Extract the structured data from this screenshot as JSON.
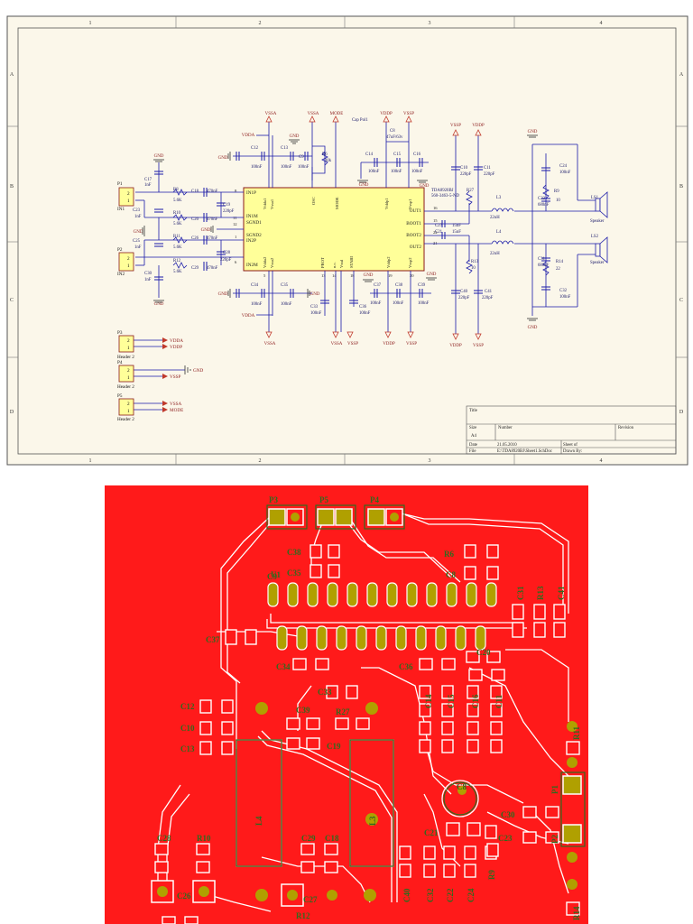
{
  "schematic": {
    "frame": {
      "cols": [
        "1",
        "2",
        "3",
        "4"
      ],
      "rows": [
        "A",
        "B",
        "C",
        "D"
      ]
    },
    "ic": {
      "left_pins": [
        "IN1P",
        "IN1M",
        "SGND1",
        "SGND2",
        "IN2P",
        "IN2M"
      ],
      "left_pin_nums": [
        "8",
        "11",
        "12",
        "1",
        "6"
      ],
      "top_pins": [
        "Vdda1",
        "Vssa1",
        "OSC",
        "MODE",
        "Vddp1",
        "Vssp1"
      ],
      "right_pins": [
        "OUT1",
        "BOOT1",
        "BOOT2",
        "OUT2"
      ],
      "right_pin_nums": [
        "16",
        "15",
        "22",
        "21"
      ],
      "bottom_pins": [
        "Vdda2",
        "Vssa2",
        "PROT",
        "n.c.",
        "Vssd",
        "STABI",
        "Vddp2",
        "Vssp2"
      ],
      "bottom_nums": [
        "5",
        "13",
        "14",
        "18",
        "19",
        "20"
      ]
    },
    "power": {
      "vssa": "VSSA",
      "vdda": "VDDA",
      "vssp": "VSSP",
      "vddp": "VDDP",
      "mode": "MODE",
      "gnd": "GND"
    },
    "caps": {
      "c12": "C12",
      "c12v": "100nF",
      "c13": "C13",
      "c13v": "100nF",
      "c9": "C9",
      "c9v": "100nF",
      "r6": "R6",
      "r6v": "30k",
      "capc1": "Cap Pol1",
      "c8": "C8",
      "c8v": "47uF/63v",
      "c14": "C14",
      "c14v": "100nF",
      "c15": "C15",
      "c15v": "100nF",
      "c16": "C16",
      "c16v": "100nF",
      "c10": "C10",
      "c10v": "220pF",
      "c11": "C11",
      "c11v": "220pF",
      "c17": "C17",
      "c17v": "1nF",
      "c23": "C23",
      "c23v": "1nF",
      "c25": "C25",
      "c25v": "1nF",
      "c30": "C30",
      "c30v": "1nF",
      "r8": "R8",
      "r8v": "5.6K",
      "r10": "R10",
      "r10v": "5.6K",
      "r11": "R11",
      "r11v": "5.6K",
      "r12": "R12",
      "r12v": "5.6K",
      "c18": "C18",
      "c18v": "470nF",
      "c20": "C20",
      "c20v": "470nF",
      "c26": "C26",
      "c26v": "470nF",
      "c29": "C29",
      "c29v": "470nF",
      "c19": "C19",
      "c19v": "220pF",
      "c28": "C28",
      "c28v": "220pF",
      "c34": "C34",
      "c34v": "100nF",
      "c35": "C35",
      "c35v": "100nF",
      "c33": "C33",
      "c33v": "100nF",
      "c36": "C36",
      "c36v": "100nF",
      "c37": "C37",
      "c37v": "100nF",
      "c38": "C38",
      "c38v": "100nF",
      "c39": "C39",
      "c39v": "100nF",
      "c27": "C27",
      "c27v": "15nF",
      "c21": "C21",
      "c21v": "15nF",
      "ic_name": "TDA8920BJ",
      "ic_ref": "560-3463-5-ND",
      "r27": "R27",
      "l3": "L3",
      "l3v": "22uH",
      "l4": "L4",
      "l4v": "22uH",
      "c24": "C24",
      "c24v": "100nF",
      "c22": "C22",
      "c22v": "680nF",
      "r9": "R9",
      "r9v": "10",
      "c31": "C31",
      "c31v": "680nF",
      "r14": "R14",
      "r14v": "22",
      "c32": "C32",
      "c32v": "100nF",
      "r13": "R13",
      "r13v": "10",
      "c40": "C40",
      "c40v": "220pF",
      "c41": "C41",
      "c41v": "220pF",
      "ls1": "LS1",
      "ls2": "LS2",
      "speaker": "Speaker"
    },
    "connectors": {
      "p1": "P1",
      "in1": "IN1",
      "p2": "P2",
      "in2": "IN2",
      "p3": "P3",
      "p4": "P4",
      "p5": "P5",
      "header": "Header 2",
      "pin1": "1",
      "pin2": "2"
    },
    "title_block": {
      "title": "Title",
      "size_label": "Size",
      "size": "A4",
      "number": "Number",
      "revision": "Revision",
      "date_label": "Date",
      "date": "21.05.2010",
      "file_label": "File",
      "file": "E:\\TDA8920BJ\\Sheet1.SchDoc",
      "sheet": "Sheet   of",
      "drawn": "Drawn By:"
    }
  },
  "pcb": {
    "labels": {
      "p3": "P3",
      "p5": "P5",
      "p4": "P4",
      "c38": "C38",
      "c35": "C35",
      "r6": "R6",
      "c8": "C8",
      "c9": "C9",
      "c31": "C31",
      "r13": "R13",
      "c41": "C41",
      "c37": "C37",
      "c34": "C34",
      "c36": "C36",
      "c20": "C20",
      "c19": "C19",
      "r27": "R27",
      "c33": "C33",
      "c12": "C12",
      "c10": "C10",
      "c13": "C13",
      "c39": "C39",
      "l4": "L4",
      "l3": "L3",
      "c14": "C14",
      "c15": "C15",
      "c16": "C16",
      "c11": "C11",
      "c30": "C30",
      "c23": "C23",
      "c21": "C21",
      "c40": "C40",
      "c32": "C32",
      "c22": "C22",
      "c24": "C24",
      "r9": "R9",
      "r11": "R11",
      "r10": "R10",
      "c28": "C28",
      "c18": "C18",
      "c29": "C29",
      "c26": "C26",
      "r14": "R14",
      "p1": "P1",
      "c27": "C27",
      "c17": "C17",
      "r8": "R8",
      "c25": "C25",
      "r12": "R12",
      "p2": "P2",
      "u1": "U1"
    }
  }
}
